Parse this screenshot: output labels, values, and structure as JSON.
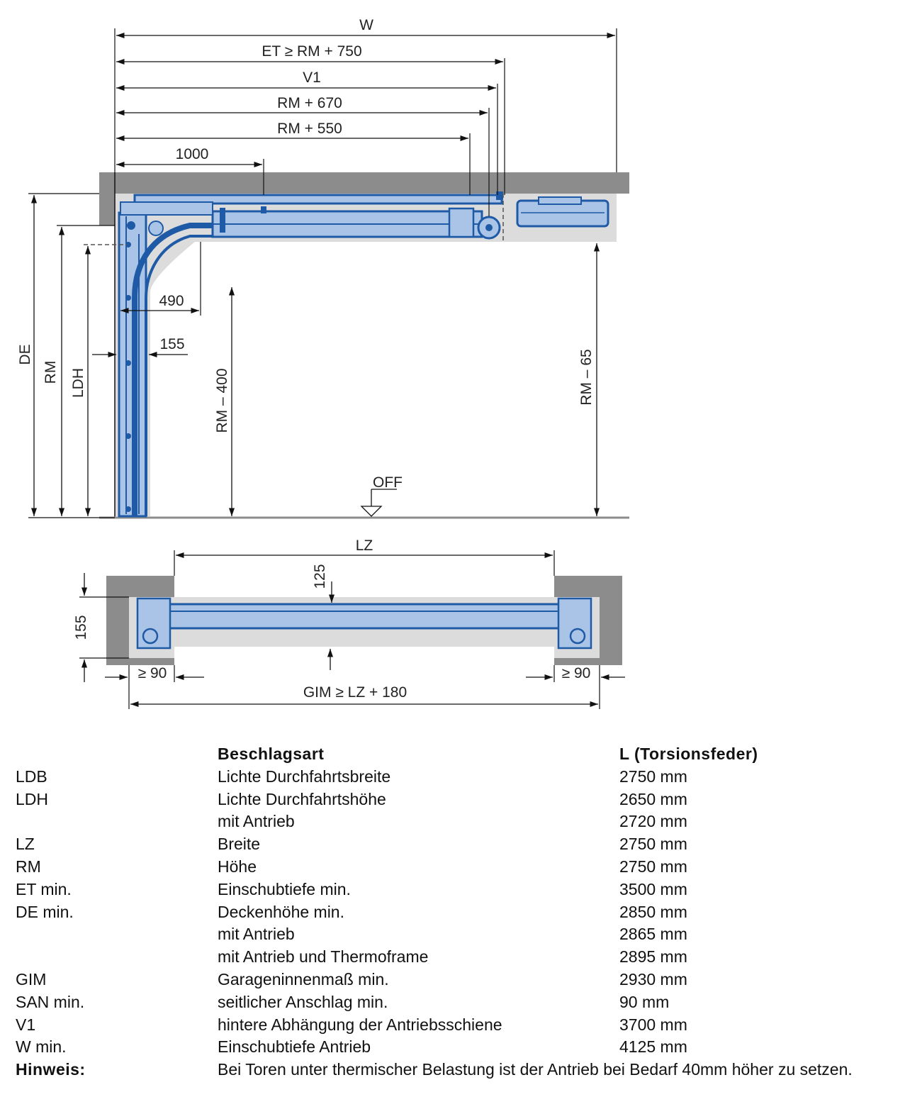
{
  "diagram": {
    "labels": {
      "w": "W",
      "et": "ET ≥ RM + 750",
      "v1": "V1",
      "rm670": "RM + 670",
      "rm550": "RM + 550",
      "d1000": "1000",
      "d490": "490",
      "d155_side": "155",
      "de": "DE",
      "rm": "RM",
      "ldh": "LDH",
      "rm400": "RM – 400",
      "rm65": "RM – 65",
      "off": "OFF",
      "lz": "LZ",
      "d125": "125",
      "d155_plan": "155",
      "ge90_left": "≥ 90",
      "ge90_right": "≥ 90",
      "gim": "GIM ≥ LZ + 180"
    },
    "colors": {
      "door": "#1f5aa6",
      "door_fill": "#a9c4e6",
      "wall": "#8c8c8c",
      "room": "#dcdcdc"
    }
  },
  "spec": {
    "header": {
      "col2": "Beschlagsart",
      "col3": "L (Torsionsfeder)"
    },
    "rows": [
      {
        "code": "LDB",
        "label": "Lichte Durchfahrtsbreite",
        "value": "2750 mm"
      },
      {
        "code": "LDH",
        "label": "Lichte Durchfahrtshöhe",
        "value": "2650 mm"
      },
      {
        "code": "",
        "label": "mit Antrieb",
        "value": "2720 mm"
      },
      {
        "code": "LZ",
        "label": "Breite",
        "value": "2750 mm"
      },
      {
        "code": "RM",
        "label": "Höhe",
        "value": "2750 mm"
      },
      {
        "code": "ET min.",
        "label": "Einschubtiefe min.",
        "value": "3500 mm"
      },
      {
        "code": "DE min.",
        "label": "Deckenhöhe min.",
        "value": "2850 mm"
      },
      {
        "code": "",
        "label": "mit Antrieb",
        "value": "2865 mm"
      },
      {
        "code": "",
        "label": "mit Antrieb und Thermoframe",
        "value": "2895 mm"
      },
      {
        "code": "GIM",
        "label": "Garageninnenmaß min.",
        "value": "2930 mm"
      },
      {
        "code": "SAN min.",
        "label": "seitlicher Anschlag min.",
        "value": "90 mm"
      },
      {
        "code": "V1",
        "label": "hintere Abhängung der Antriebsschiene",
        "value": "3700 mm"
      },
      {
        "code": "W min.",
        "label": "Einschubtiefe Antrieb",
        "value": "4125 mm"
      }
    ],
    "note": {
      "label": "Hinweis:",
      "text": "Bei Toren unter thermischer Belastung ist der Antrieb bei Bedarf 40mm höher zu setzen."
    }
  }
}
